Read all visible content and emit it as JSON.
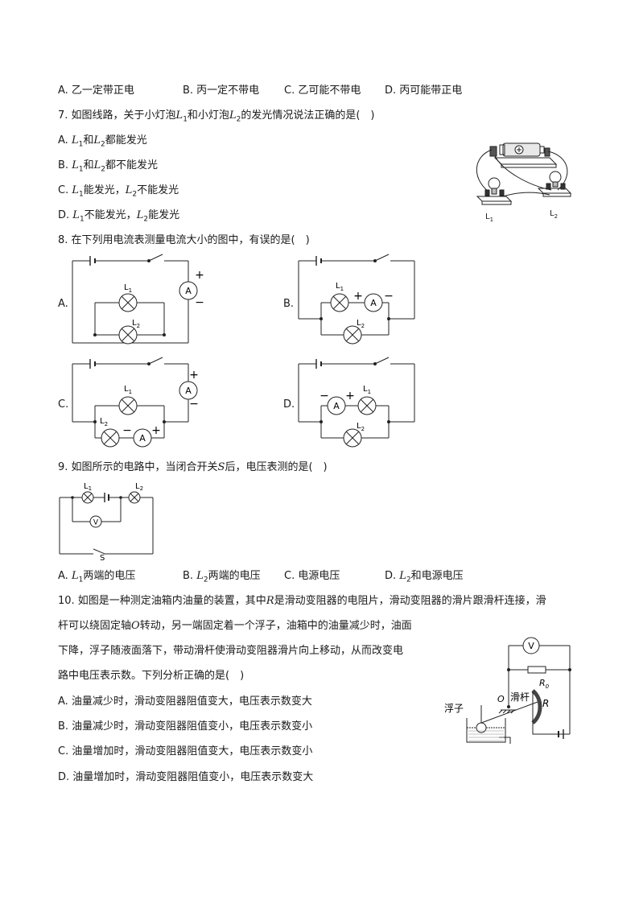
{
  "q6": {
    "opt_a": "A. 乙一定带正电",
    "opt_b": "B. 丙一定不带电",
    "opt_c": "C. 乙可能不带电",
    "opt_d": "D. 丙可能带正电"
  },
  "q7": {
    "stem_prefix": "7. 如图线路，关于小灯泡",
    "stem_mid": "和小灯泡",
    "stem_suffix": "的发光情况说法正确的是(　)",
    "L": "L",
    "sub1": "1",
    "sub2": "2",
    "opt_a_label": "A.",
    "opt_a_mid": "和",
    "opt_a_end": "都能发光",
    "opt_b_label": "B.",
    "opt_b_mid": "和",
    "opt_b_end": "都不能发光",
    "opt_c_label": "C.",
    "opt_c_mid": "能发光，",
    "opt_c_end": "不能发光",
    "opt_d_label": "D.",
    "opt_d_mid": "不能发光，",
    "opt_d_end": "能发光",
    "fig_l1": "L",
    "fig_l2": "L"
  },
  "q8": {
    "stem": "8. 在下列用电流表测量电流大小的图中，有误的是(　)",
    "labels": [
      "A.",
      "B.",
      "C.",
      "D."
    ],
    "ammeter": "A",
    "L": "L",
    "s1": "1",
    "s2": "2",
    "plus": "+",
    "minus": "−"
  },
  "q9": {
    "stem_prefix": "9. 如图所示的电路中，当闭合开关",
    "S": "S",
    "stem_suffix": "后，电压表测的是(　)",
    "opt_a_label": "A.",
    "opt_a_end": "两端的电压",
    "opt_b_label": "B.",
    "opt_b_end": "两端的电压",
    "opt_c": "C. 电源电压",
    "opt_d_label": "D.",
    "opt_d_end": "和电源电压",
    "voltmeter": "V",
    "fig_s": "S"
  },
  "q10": {
    "line1_prefix": "10. 如图是一种测定油箱内油量的装置，其中",
    "R": "R",
    "line1_suffix": "是滑动变阻器的电阻片，滑动变阻器的滑片跟滑杆连接，滑",
    "line2_prefix": "杆可以绕固定轴",
    "O": "O",
    "line2_suffix": "转动，另一端固定着一个浮子，油箱中的油量减少时，油面",
    "line3": "下降，浮子随液面落下，带动滑杆使滑动变阻器滑片向上移动，从而改变电",
    "line4": "路中电压表示数。下列分析正确的是(　)",
    "opt_a": "A. 油量减少时，滑动变阻器阻值变大，电压表示数变大",
    "opt_b": "B. 油量减少时，滑动变阻器阻值变小，电压表示数变小",
    "opt_c": "C. 油量增加时，滑动变阻器阻值变大，电压表示数变小",
    "opt_d": "D. 油量增加时，滑动变阻器阻值变小，电压表示数变大",
    "fig_v": "V",
    "fig_r0": "R",
    "fig_r0_sub": "0",
    "fig_o": "O",
    "fig_rod": "滑杆",
    "fig_r": "R",
    "fig_float": "浮子"
  }
}
